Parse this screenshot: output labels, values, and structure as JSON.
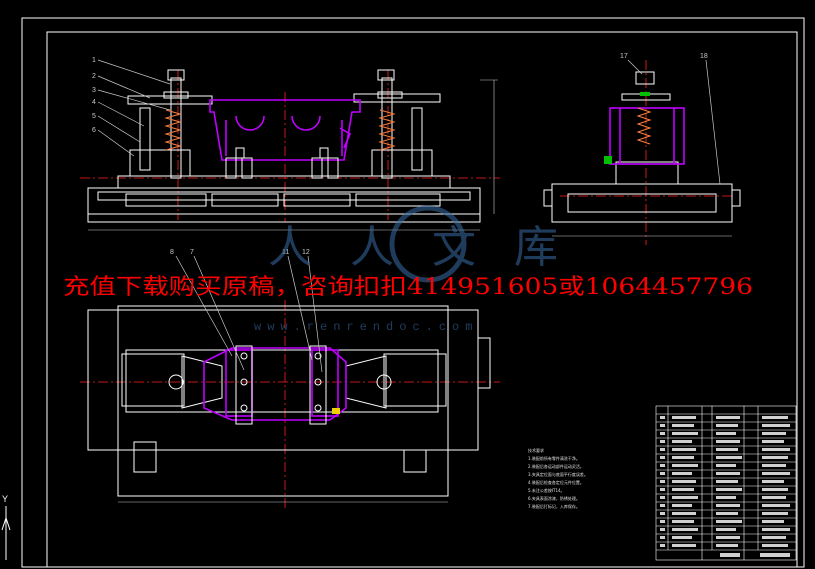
{
  "drawing": {
    "background": "#000000",
    "frame_color": "#ffffff",
    "part_color": "#c000ff",
    "center_line_color": "#ff2020",
    "leader_color": "#c8c8c8",
    "accent_green": "#00c000",
    "accent_yellow": "#f0d000"
  },
  "promo": {
    "text": "充值下载购买原稿，咨询扣扣414951605或1064457796",
    "color": "#ff0000"
  },
  "watermark": {
    "logo_chars": "人人文库",
    "url": "www.renrendoc.com",
    "color": "#3a6ea8"
  },
  "front_view": {
    "part_labels": [
      "1",
      "2",
      "3",
      "4",
      "5",
      "6"
    ]
  },
  "side_view": {
    "part_labels": [
      "17",
      "18"
    ]
  },
  "top_view": {
    "part_labels": [
      "8",
      "7",
      "11",
      "12"
    ]
  },
  "tech_notes": {
    "title": "技术要求",
    "lines": [
      "1.装配前所有零件清洗干净。",
      "2.装配后各运动部件运动灵活。",
      "3.夹具定位面与底面平行度误差。",
      "4.装配后检查各定位元件位置。",
      "5.未注公差按IT14。",
      "6.夹具表面涂漆，防锈处理。",
      "7.装配后打标记，入库保存。"
    ]
  },
  "axis_icon": {
    "y_label": "Y"
  }
}
